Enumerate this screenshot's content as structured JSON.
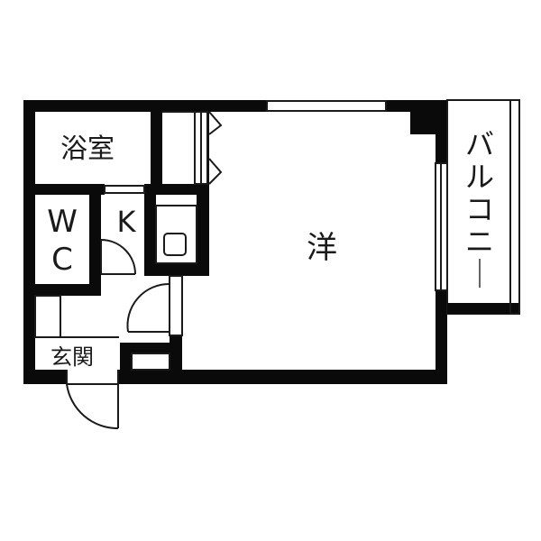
{
  "floorplan": {
    "rooms": {
      "bath": "浴室",
      "wc": "WC",
      "kitchen": "K",
      "western": "洋",
      "entrance": "玄関",
      "balcony": "バルコニー"
    },
    "colors": {
      "wall": "#0a0a0a",
      "line": "#1a1a1a",
      "background": "#ffffff"
    }
  }
}
